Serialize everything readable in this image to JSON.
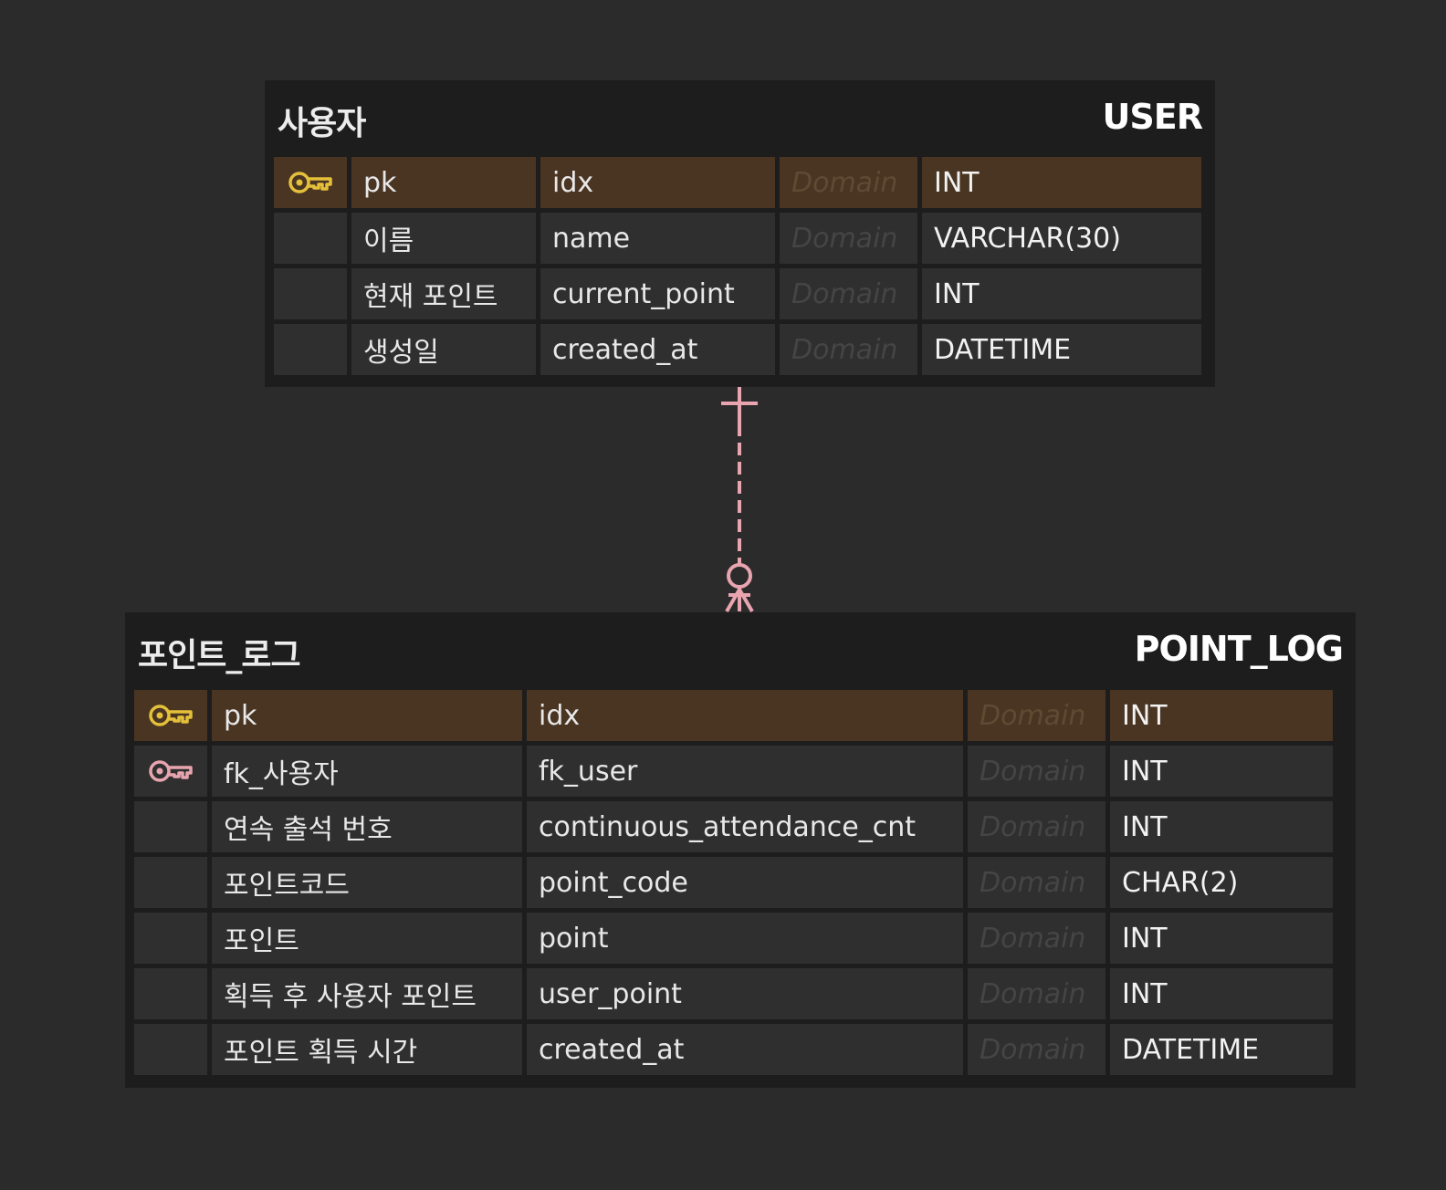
{
  "colors": {
    "background": "#2b2b2b",
    "table_bg": "#1d1d1d",
    "cell_bg": "#2f2f2f",
    "pk_row_bg": "#4a3522",
    "pk_key_color": "#e5c03a",
    "fk_key_color": "#e8a5b0",
    "relationship_line": "#e8a5b0"
  },
  "tables": {
    "user": {
      "logical_name": "사용자",
      "physical_name": "USER",
      "columns": [
        {
          "key": "pk-key-icon",
          "logical": "pk",
          "physical": "idx",
          "domain": "Domain",
          "type": "INT"
        },
        {
          "key": "",
          "logical": "이름",
          "physical": "name",
          "domain": "Domain",
          "type": "VARCHAR(30)"
        },
        {
          "key": "",
          "logical": "현재 포인트",
          "physical": "current_point",
          "domain": "Domain",
          "type": "INT"
        },
        {
          "key": "",
          "logical": "생성일",
          "physical": "created_at",
          "domain": "Domain",
          "type": "DATETIME"
        }
      ]
    },
    "point_log": {
      "logical_name": "포인트_로그",
      "physical_name": "POINT_LOG",
      "columns": [
        {
          "key": "pk-key-icon",
          "logical": "pk",
          "physical": "idx",
          "domain": "Domain",
          "type": "INT"
        },
        {
          "key": "fk-key-icon",
          "logical": "fk_사용자",
          "physical": "fk_user",
          "domain": "Domain",
          "type": "INT"
        },
        {
          "key": "",
          "logical": "연속 출석 번호",
          "physical": "continuous_attendance_cnt",
          "domain": "Domain",
          "type": "INT"
        },
        {
          "key": "",
          "logical": "포인트코드",
          "physical": "point_code",
          "domain": "Domain",
          "type": "CHAR(2)"
        },
        {
          "key": "",
          "logical": "포인트",
          "physical": "point",
          "domain": "Domain",
          "type": "INT"
        },
        {
          "key": "",
          "logical": "획득 후 사용자 포인트",
          "physical": "user_point",
          "domain": "Domain",
          "type": "INT"
        },
        {
          "key": "",
          "logical": "포인트 획득 시간",
          "physical": "created_at",
          "domain": "Domain",
          "type": "DATETIME"
        }
      ]
    }
  },
  "relationship": {
    "from": "USER",
    "to": "POINT_LOG",
    "from_cardinality": "one",
    "to_cardinality": "zero-or-many",
    "style": "dashed"
  }
}
